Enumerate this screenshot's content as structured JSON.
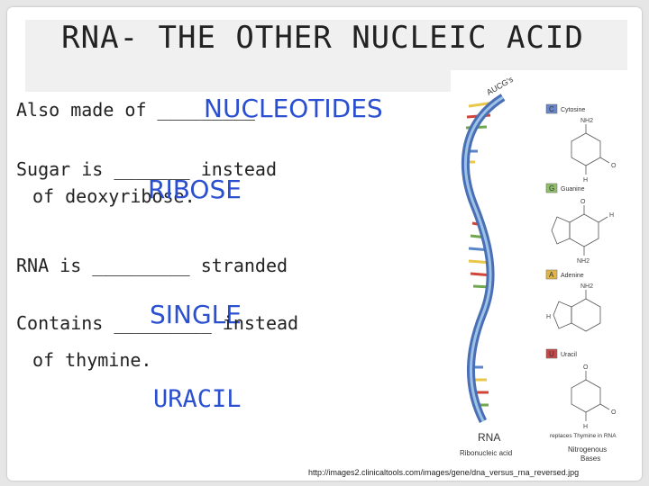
{
  "slide": {
    "title": "RNA- THE OTHER NUCLEIC ACID",
    "lines": {
      "l1": "Also made of _________",
      "l2a": "Sugar is _______ instead",
      "l2b": "of deoxyribose.",
      "l3": "RNA is _________ stranded",
      "l4a": "Contains _________ instead",
      "l4b": "of thymine."
    },
    "answers": {
      "a1": "NUCLEOTIDES",
      "a2": "RIBOSE",
      "a3": "SINGLE",
      "a4": "URACIL"
    },
    "credit": "http://images2.clinicaltools.com/images/gene/dna_versus_rna_reversed.jpg"
  },
  "figure": {
    "label_top": "AUCG's",
    "helix_label": "RNA",
    "helix_sublabel": "Ribonucleic acid",
    "bases_label_1": "Nitrogenous",
    "bases_label_2": "Bases",
    "replace_note": "replaces Thymine in RNA",
    "bases": [
      {
        "letter": "C",
        "name": "Cytosine",
        "color": "#6a86c9"
      },
      {
        "letter": "G",
        "name": "Guanine",
        "color": "#8fbf6a"
      },
      {
        "letter": "A",
        "name": "Adenine",
        "color": "#e0b64a"
      },
      {
        "letter": "U",
        "name": "Uracil",
        "color": "#c44a4a"
      }
    ],
    "chem": {
      "nh2": "NH2",
      "o": "O",
      "n": "N",
      "h": "H",
      "c": "C"
    },
    "colors": {
      "strand_dark": "#4a6fb5",
      "strand_light": "#7aa8d8",
      "rung_yellow": "#e8c74a",
      "rung_red": "#d0443a",
      "rung_green": "#6fa84e",
      "rung_blue": "#5a86c9"
    }
  }
}
